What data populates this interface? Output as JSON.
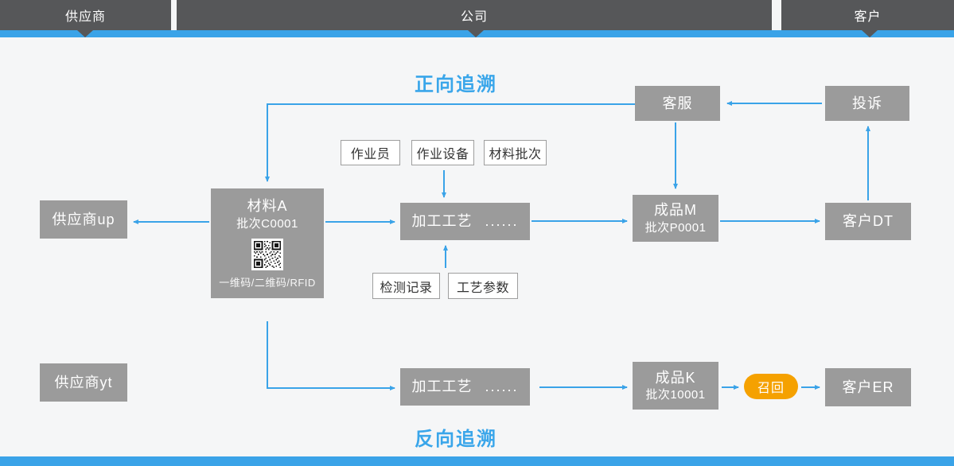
{
  "header": {
    "segments": [
      {
        "label": "供应商"
      },
      {
        "label": "公司"
      },
      {
        "label": "客户"
      }
    ]
  },
  "titles": {
    "forward": "正向追溯",
    "backward": "反向追溯"
  },
  "colors": {
    "accent_blue": "#3aa3e8",
    "header_dark": "#565759",
    "node_gray": "#9b9b9b",
    "recall_orange": "#f5a100",
    "title_blue": "#3aa6ea"
  },
  "nodes": {
    "customer_service": {
      "label": "客服"
    },
    "complaint": {
      "label": "投诉"
    },
    "supplier_up": {
      "label": "供应商up"
    },
    "material_a": {
      "title": "材料A",
      "batch": "批次C0001",
      "caption": "一维码/二维码/RFID"
    },
    "process_1": {
      "title": "加工工艺",
      "dots": "......"
    },
    "product_m": {
      "title": "成品M",
      "batch": "批次P0001"
    },
    "customer_dt": {
      "label": "客户DT"
    },
    "supplier_yt": {
      "label": "供应商yt"
    },
    "process_2": {
      "title": "加工工艺",
      "dots": "......"
    },
    "product_k": {
      "title": "成品K",
      "batch": "批次10001"
    },
    "recall": {
      "label": "召回"
    },
    "customer_er": {
      "label": "客户ER"
    }
  },
  "tags": {
    "operator": "作业员",
    "equipment": "作业设备",
    "material_batch": "材料批次",
    "inspection_record": "检测记录",
    "process_params": "工艺参数"
  }
}
